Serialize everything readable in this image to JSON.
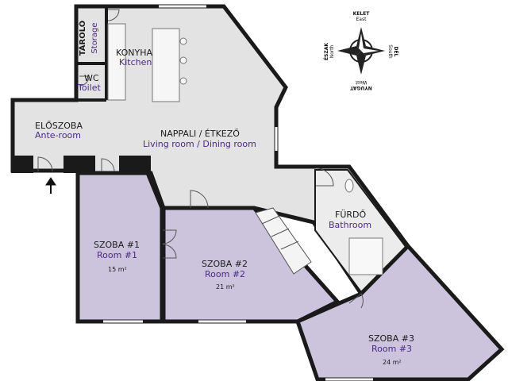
{
  "rooms": {
    "storage": {
      "hu": "TÁROLÓ",
      "en": "Storage"
    },
    "kitchen": {
      "hu": "KONYHA",
      "en": "Kitchen"
    },
    "wc": {
      "hu": "WC",
      "en": "Toilet"
    },
    "anteroom": {
      "hu": "ELŐSZOBA",
      "en": "Ante-room"
    },
    "living": {
      "hu": "NAPPALI / ÉTKEZŐ",
      "en": "Living room / Dining room"
    },
    "bathroom": {
      "hu": "FÜRDŐ",
      "en": "Bathroom"
    },
    "room1": {
      "hu": "SZOBA #1",
      "en": "Room #1",
      "area": "15 m²"
    },
    "room2": {
      "hu": "SZOBA #2",
      "en": "Room #2",
      "area": "21 m²"
    },
    "room3": {
      "hu": "SZOBA #3",
      "en": "Room #3",
      "area": "24 m²"
    }
  },
  "compass": {
    "top": {
      "hu": "KELET",
      "en": "East"
    },
    "right": {
      "hu": "DÉL",
      "en": "South"
    },
    "bottom": {
      "hu": "NYUGAT",
      "en": "West"
    },
    "left": {
      "hu": "ÉSZAK",
      "en": "North"
    }
  },
  "colors": {
    "wall": "#1a1a1a",
    "common_floor": "#e3e3e3",
    "bedroom_floor": "#cbc4dc",
    "english_text": "#4b2a86"
  }
}
